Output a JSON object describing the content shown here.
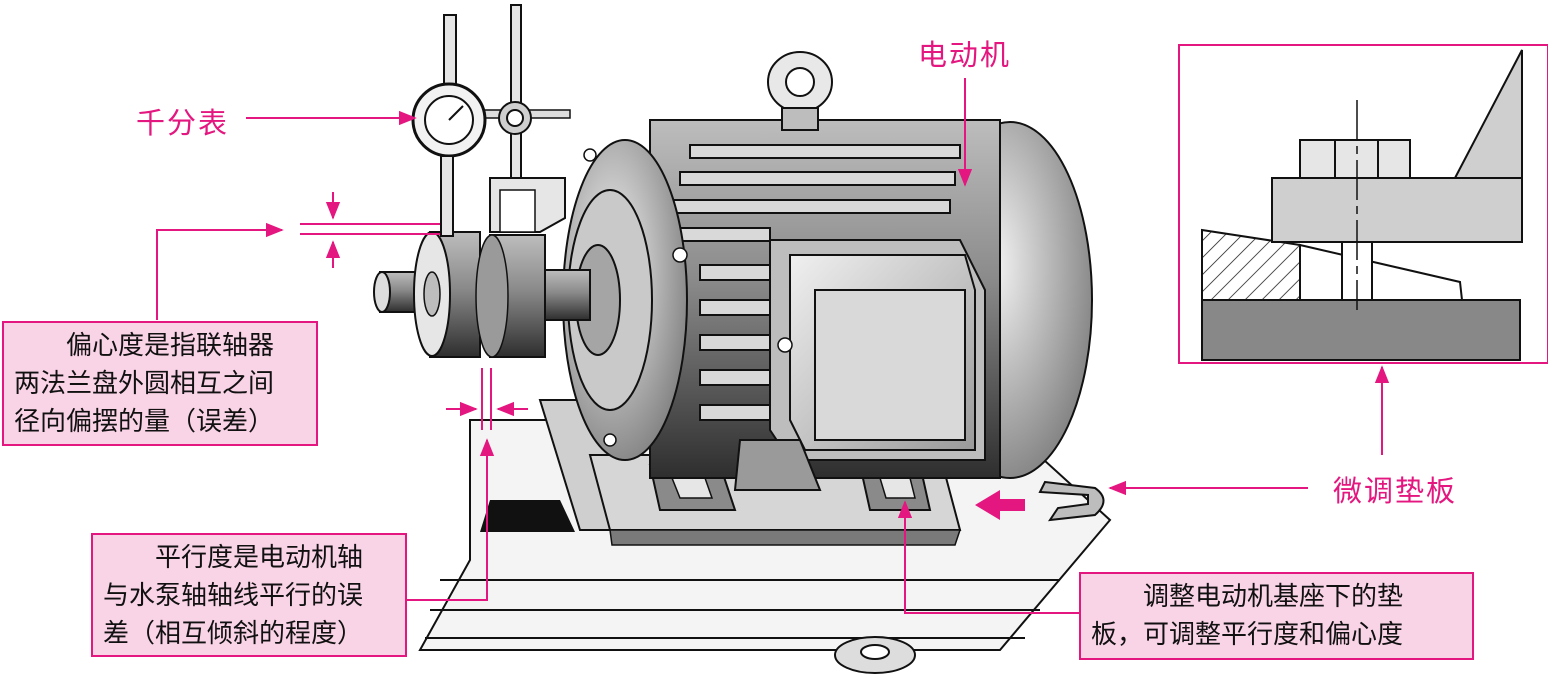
{
  "labels": {
    "dial_indicator": "千分表",
    "motor": "电动机",
    "shim": "微调垫板"
  },
  "notes": {
    "eccentricity": [
      "偏心度是指联轴器",
      "两法兰盘外圆相互之间",
      "径向偏摆的量（误差）"
    ],
    "parallelism": [
      "平行度是电动机轴",
      "与水泵轴轴线平行的误",
      "差（相互倾斜的程度）"
    ],
    "adjust": [
      "调整电动机基座下的垫",
      "板，可调整平行度和偏心度"
    ]
  },
  "colors": {
    "accent": "#e4167f",
    "note_fill": "#f9d3e6"
  }
}
